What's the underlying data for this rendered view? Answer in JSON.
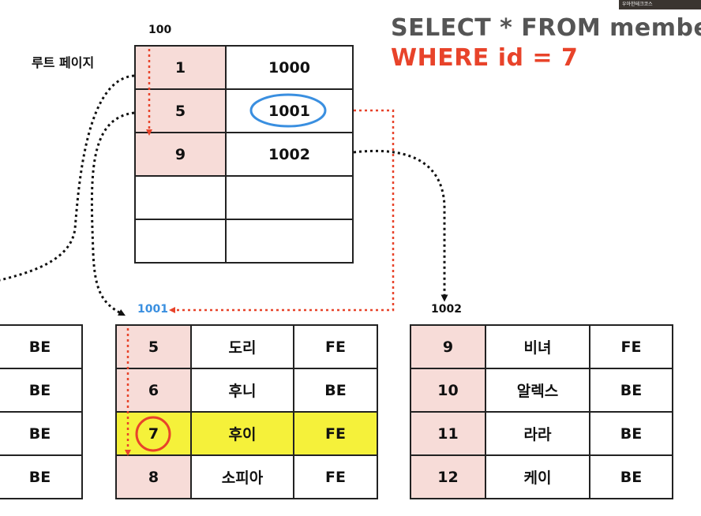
{
  "colors": {
    "sql_dark": "#555555",
    "sql_red": "#e8432a",
    "key_cell": "#f7dcd8",
    "highlight_row": "#f5f13a",
    "pointer_blue": "#3a8fe0",
    "pointer_red": "#e8432a",
    "label_blue": "#3a8fe0"
  },
  "watermark": "우아한테크코스",
  "query": {
    "line1": "SELECT * FROM member",
    "line2": "WHERE id = 7"
  },
  "root": {
    "page_label": "루트 페이지",
    "page_id": "100",
    "rows": [
      {
        "key": "1",
        "ptr": "1000"
      },
      {
        "key": "5",
        "ptr": "1001"
      },
      {
        "key": "9",
        "ptr": "1002"
      },
      {
        "key": "",
        "ptr": ""
      },
      {
        "key": "",
        "ptr": ""
      }
    ]
  },
  "leaf_left": {
    "rows": [
      {
        "team": "BE"
      },
      {
        "team": "BE"
      },
      {
        "team": "BE"
      },
      {
        "team": "BE"
      }
    ]
  },
  "leaf_1001": {
    "page_id": "1001",
    "rows": [
      {
        "id": "5",
        "name": "도리",
        "team": "FE"
      },
      {
        "id": "6",
        "name": "후니",
        "team": "BE"
      },
      {
        "id": "7",
        "name": "후이",
        "team": "FE"
      },
      {
        "id": "8",
        "name": "소피아",
        "team": "FE"
      }
    ],
    "highlighted_id": "7"
  },
  "leaf_1002": {
    "page_id": "1002",
    "rows": [
      {
        "id": "9",
        "name": "비녀",
        "team": "FE"
      },
      {
        "id": "10",
        "name": "알렉스",
        "team": "BE"
      },
      {
        "id": "11",
        "name": "라라",
        "team": "BE"
      },
      {
        "id": "12",
        "name": "케이",
        "team": "BE"
      }
    ]
  }
}
